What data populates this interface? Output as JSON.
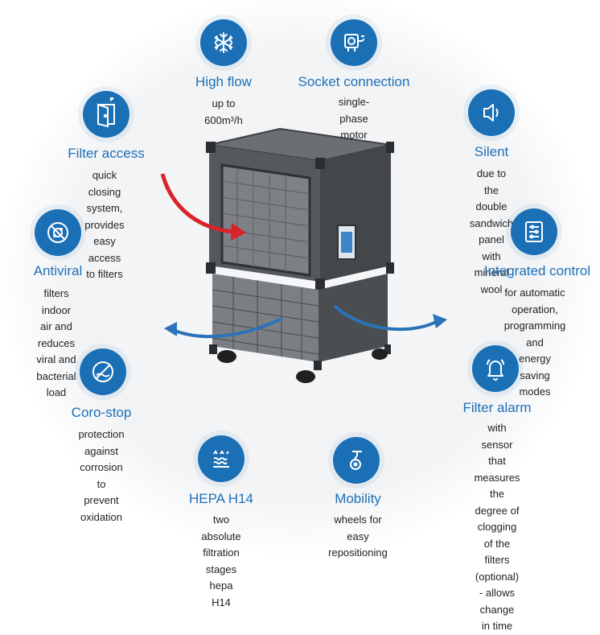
{
  "colors": {
    "accent": "#1b6fb5",
    "title": "#1e70b8",
    "arrow_red": "#d9232a",
    "arrow_blue": "#2a73b8",
    "body": "#505458"
  },
  "features": [
    {
      "id": "high-flow",
      "icon": "snowflake-fan-icon",
      "title": "High flow",
      "desc": "up to\n600m³/h"
    },
    {
      "id": "socket",
      "icon": "plug-socket-icon",
      "title": "Socket connection",
      "desc": "single-phase motor"
    },
    {
      "id": "filter-access",
      "icon": "door-open-icon",
      "title": "Filter access",
      "desc": "quick closing system,\nprovides easy access\nto filters"
    },
    {
      "id": "silent",
      "icon": "speaker-icon",
      "title": "Silent",
      "desc": "due to the double\nsandwich panel with\nmineral wool"
    },
    {
      "id": "antiviral",
      "icon": "virus-blocked-icon",
      "title": "Antiviral",
      "desc": "filters indoor air and\nreduces viral and\nbacterial load"
    },
    {
      "id": "integrated-control",
      "icon": "control-panel-icon",
      "title": "Integrated control",
      "desc": "for automatic operation,\nprogramming and\nenergy saving modes"
    },
    {
      "id": "coro-stop",
      "icon": "anticorrosion-icon",
      "title": "Coro-stop",
      "desc": "protection against\ncorrosion to prevent\noxidation"
    },
    {
      "id": "filter-alarm",
      "icon": "bell-icon",
      "title": "Filter alarm",
      "desc": "with sensor that\nmeasures the degree of\nclogging of the filters\n(optional) - allows change\nin time"
    },
    {
      "id": "hepa",
      "icon": "hepa-filter-icon",
      "title": "HEPA H14",
      "desc": "two absolute filtration\nstages hepa H14"
    },
    {
      "id": "mobility",
      "icon": "caster-wheel-icon",
      "title": "Mobility",
      "desc": "wheels for easy\nrepositioning"
    }
  ]
}
